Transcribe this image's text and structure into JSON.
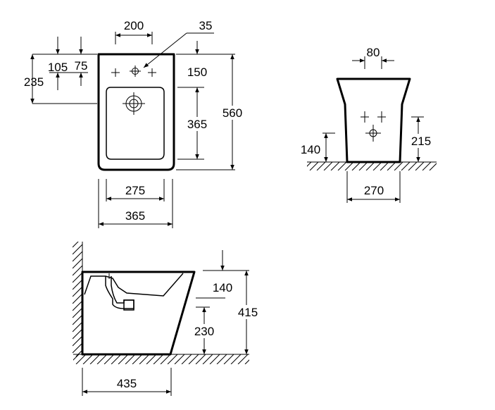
{
  "top_view": {
    "dims": {
      "hole_spacing": "200",
      "tap_offset": "35",
      "drain_from_back": "105",
      "tap_from_back": "75",
      "drain_center_from_back": "235",
      "bowl_start": "150",
      "bowl_length": "365",
      "total_length": "560",
      "bowl_width": "275",
      "total_width": "365"
    }
  },
  "front_view": {
    "dims": {
      "fixing_spacing": "80",
      "fixing_height": "140",
      "drain_height": "215",
      "base_width": "270"
    }
  },
  "side_view": {
    "dims": {
      "rim_drop": "140",
      "total_height": "415",
      "outlet_height": "230",
      "depth": "435"
    }
  }
}
